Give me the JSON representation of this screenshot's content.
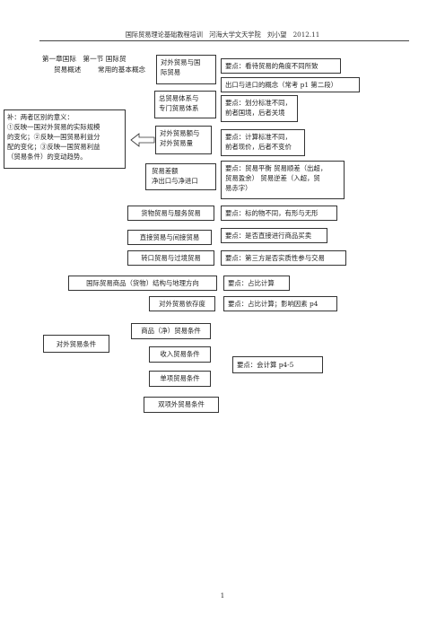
{
  "header": {
    "text": "国际贸易理论基础教程培训　河海大学文天学院　刘小望　2012.11"
  },
  "title": {
    "line1": "第一章国际　第一节 国际贸",
    "line2_left": "贸易概述",
    "line2_right": "常用的基本概念"
  },
  "note": {
    "lines": [
      "补：两者区别的意义：",
      "①反映一国对外贸易的实际规模",
      "的变化；②反映一国贸易利益分",
      "配的变化；③反映一国贸易利益",
      "（贸易条件）的变动趋势。"
    ]
  },
  "concepts": [
    {
      "lines": [
        "对外贸易与国",
        "际贸易"
      ]
    },
    {
      "lines": [
        "总贸易体系与",
        "专门贸易体系"
      ]
    },
    {
      "lines": [
        "对外贸易额与",
        "对外贸易量"
      ]
    },
    {
      "lines": [
        "贸易差额",
        "净出口与净进口"
      ]
    },
    {
      "lines": [
        "货物贸易与服务贸易"
      ]
    },
    {
      "lines": [
        "直接贸易与间接贸易"
      ]
    },
    {
      "lines": [
        "转口贸易与过境贸易"
      ]
    },
    {
      "lines": [
        "国际贸易商品（货物）结构与地理方向"
      ]
    },
    {
      "lines": [
        "对外贸易依存度"
      ]
    }
  ],
  "points": [
    {
      "lines": [
        "要点：看待贸易的角度不同所致"
      ]
    },
    {
      "lines": [
        "出口与进口的概念（常考 p1 第二段）"
      ]
    },
    {
      "lines": [
        "要点：划分标准不同，",
        "前者国境，后者关境"
      ]
    },
    {
      "lines": [
        "要点：计算标准不同，",
        "前者现价，后者不变价"
      ]
    },
    {
      "lines": [
        "要点：贸易平衡  贸易顺差（出超，",
        "贸易盈余）  贸易逆差（入超，贸",
        "易赤字）"
      ]
    },
    {
      "lines": [
        "要点：标的物不同，有形与无形"
      ]
    },
    {
      "lines": [
        "要点：是否直接进行商品买卖"
      ]
    },
    {
      "lines": [
        "要点：第三方是否实质性参与交易"
      ]
    },
    {
      "lines": [
        "要点：占比计算"
      ]
    },
    {
      "lines": [
        "要点：占比计算；影响因素 p4"
      ]
    }
  ],
  "terms": {
    "root": "对外贸易条件",
    "items": [
      "商品（净）贸易条件",
      "收入贸易条件",
      "单项贸易条件",
      "双项外贸易条件"
    ],
    "point": "要点：会计算 p4-5"
  },
  "page_number": "1"
}
